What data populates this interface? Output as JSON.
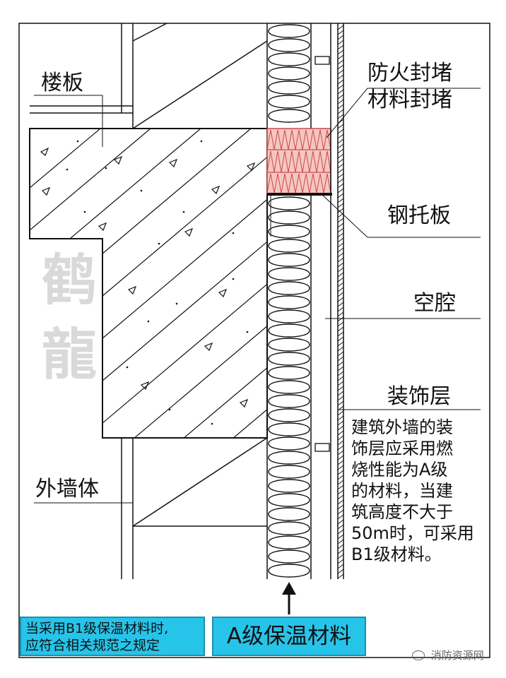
{
  "labels": {
    "floor_slab": "楼板",
    "fire_seal_line1": "防火封堵",
    "fire_seal_line2": "材料封堵",
    "steel_bracket": "钢托板",
    "cavity": "空腔",
    "decoration_layer": "装饰层",
    "exterior_wall": "外墙体"
  },
  "decoration_note": [
    "建筑外墙的装",
    "饰层应采用燃",
    "烧性能为A级",
    "的材料，当建",
    "筑高度不大于",
    "50m时，可采用",
    "B1级材料。"
  ],
  "bottom": {
    "b1_note_line1": "当采用B1级保温材料时,",
    "b1_note_line2": "应符合相关规范之规定",
    "a_class_label": "A级保温材料"
  },
  "watermark_left": "鹤 龍",
  "source_badge": "消防资源网",
  "colors": {
    "cyan_box": "#27c4ea",
    "fire_seal_fill": "#f6c7c2",
    "fire_seal_stroke": "#c94b4b",
    "line": "#111111"
  }
}
